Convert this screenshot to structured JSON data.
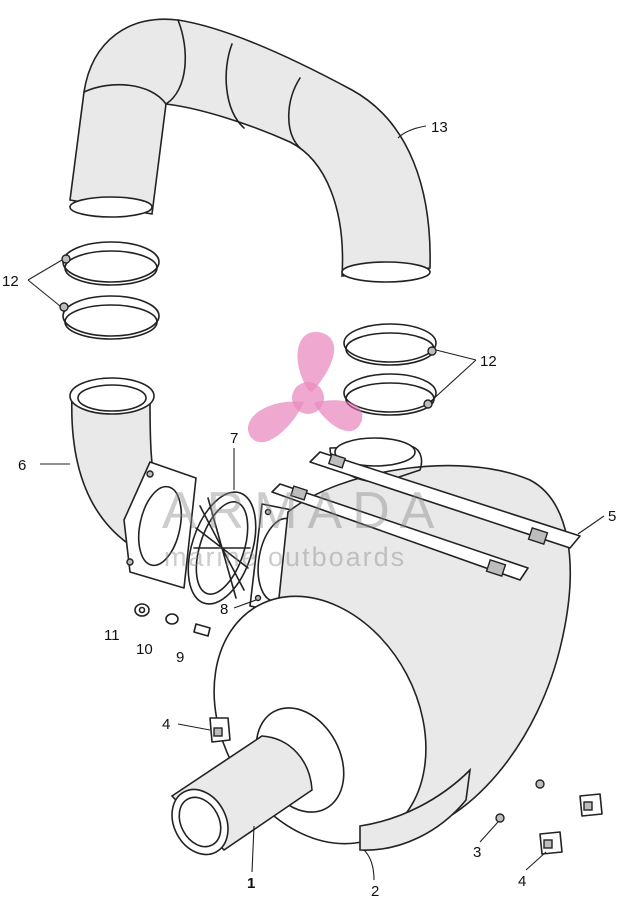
{
  "diagram": {
    "callouts": {
      "c1": "1",
      "c2": "2",
      "c3": "3",
      "c4a": "4",
      "c4b": "4",
      "c5": "5",
      "c6": "6",
      "c7": "7",
      "c8": "8",
      "c9": "9",
      "c10": "10",
      "c11": "11",
      "c12a": "12",
      "c12b": "12",
      "c13": "13"
    }
  },
  "watermark": {
    "brand": "ARMADA",
    "tagline": "marine outboards",
    "colors": {
      "logo": "#e46fb0",
      "text": "#8a8a8a"
    }
  }
}
